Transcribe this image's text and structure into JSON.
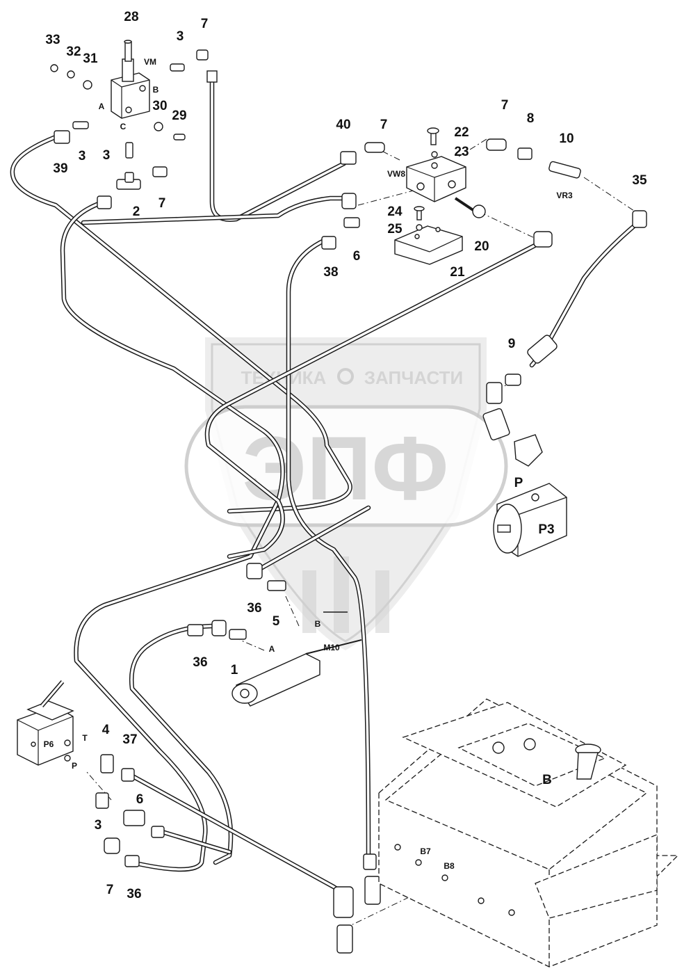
{
  "watermark": {
    "top_text_left": "ТЕХНИКА",
    "top_text_right": "ЗАПЧАСТИ",
    "logo_text": "ЭПФ"
  },
  "callouts": [
    {
      "id": "c28",
      "label": "28"
    },
    {
      "id": "c7a",
      "label": "7"
    },
    {
      "id": "c33",
      "label": "33"
    },
    {
      "id": "c32",
      "label": "32"
    },
    {
      "id": "c31",
      "label": "31"
    },
    {
      "id": "c3a",
      "label": "3"
    },
    {
      "id": "c30",
      "label": "30"
    },
    {
      "id": "c29",
      "label": "29"
    },
    {
      "id": "c3b",
      "label": "3"
    },
    {
      "id": "c39",
      "label": "39"
    },
    {
      "id": "c3c",
      "label": "3"
    },
    {
      "id": "c2",
      "label": "2"
    },
    {
      "id": "c7b",
      "label": "7"
    },
    {
      "id": "c40",
      "label": "40"
    },
    {
      "id": "c7c",
      "label": "7"
    },
    {
      "id": "c22",
      "label": "22"
    },
    {
      "id": "c23",
      "label": "23"
    },
    {
      "id": "c7d",
      "label": "7"
    },
    {
      "id": "c8",
      "label": "8"
    },
    {
      "id": "c10",
      "label": "10"
    },
    {
      "id": "c35",
      "label": "35"
    },
    {
      "id": "c24",
      "label": "24"
    },
    {
      "id": "c25",
      "label": "25"
    },
    {
      "id": "c6a",
      "label": "6"
    },
    {
      "id": "c38",
      "label": "38"
    },
    {
      "id": "c20",
      "label": "20"
    },
    {
      "id": "c21",
      "label": "21"
    },
    {
      "id": "c9",
      "label": "9"
    },
    {
      "id": "c36a",
      "label": "36"
    },
    {
      "id": "c5",
      "label": "5"
    },
    {
      "id": "c36b",
      "label": "36"
    },
    {
      "id": "c1",
      "label": "1"
    },
    {
      "id": "c4",
      "label": "4"
    },
    {
      "id": "c37",
      "label": "37"
    },
    {
      "id": "c6b",
      "label": "6"
    },
    {
      "id": "c3d",
      "label": "3"
    },
    {
      "id": "c7e",
      "label": "7"
    },
    {
      "id": "c36c",
      "label": "36"
    }
  ],
  "ports": [
    {
      "id": "pVM",
      "label": "VM"
    },
    {
      "id": "pB1",
      "label": "B"
    },
    {
      "id": "pA1",
      "label": "A"
    },
    {
      "id": "pC1",
      "label": "C"
    },
    {
      "id": "pVW8",
      "label": "VW8"
    },
    {
      "id": "pVR3",
      "label": "VR3"
    },
    {
      "id": "pP",
      "label": "P"
    },
    {
      "id": "pP3",
      "label": "P3"
    },
    {
      "id": "pB2",
      "label": "B"
    },
    {
      "id": "pM10",
      "label": "M10"
    },
    {
      "id": "pA2",
      "label": "A"
    },
    {
      "id": "pP6",
      "label": "P6"
    },
    {
      "id": "pT",
      "label": "T"
    },
    {
      "id": "pP2",
      "label": "P"
    },
    {
      "id": "pB7",
      "label": "B7"
    },
    {
      "id": "pB8",
      "label": "B8"
    },
    {
      "id": "pB3",
      "label": "B"
    }
  ]
}
